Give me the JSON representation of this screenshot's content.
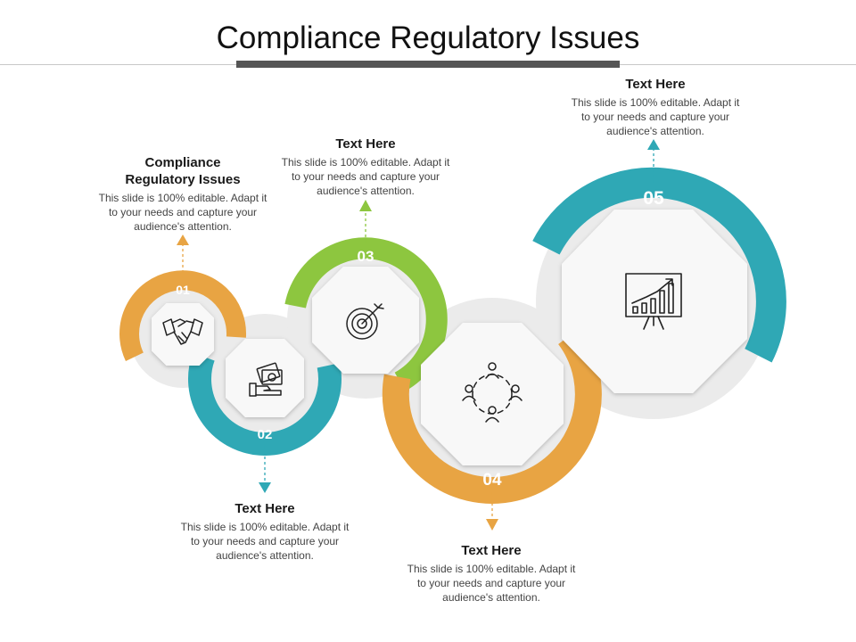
{
  "title": "Compliance Regulatory Issues",
  "colors": {
    "orange": "#E8A443",
    "teal": "#2FA8B5",
    "green": "#8DC63F",
    "shadow": "#EBEBEB",
    "octagon": "#F8F8F8"
  },
  "steps": [
    {
      "number": "01",
      "icon": "handshake-icon",
      "color": "orange"
    },
    {
      "number": "02",
      "icon": "money-hand-icon",
      "color": "teal"
    },
    {
      "number": "03",
      "icon": "target-arrow-icon",
      "color": "green"
    },
    {
      "number": "04",
      "icon": "team-network-icon",
      "color": "orange"
    },
    {
      "number": "05",
      "icon": "growth-chart-board-icon",
      "color": "teal"
    }
  ],
  "text_blocks": [
    {
      "heading": "Compliance Regulatory Issues",
      "body": "This slide is 100% editable. Adapt it to your needs and capture your audience's attention."
    },
    {
      "heading": "Text Here",
      "body": "This slide is 100% editable. Adapt it to your needs and capture your audience's attention."
    },
    {
      "heading": "Text Here",
      "body": "This slide is 100% editable. Adapt it to your needs and capture your audience's attention."
    },
    {
      "heading": "Text Here",
      "body": "This slide is 100% editable. Adapt it to your needs and capture your audience's attention."
    },
    {
      "heading": "Text Here",
      "body": "This slide is 100% editable. Adapt it to your needs and capture your audience's attention."
    }
  ]
}
